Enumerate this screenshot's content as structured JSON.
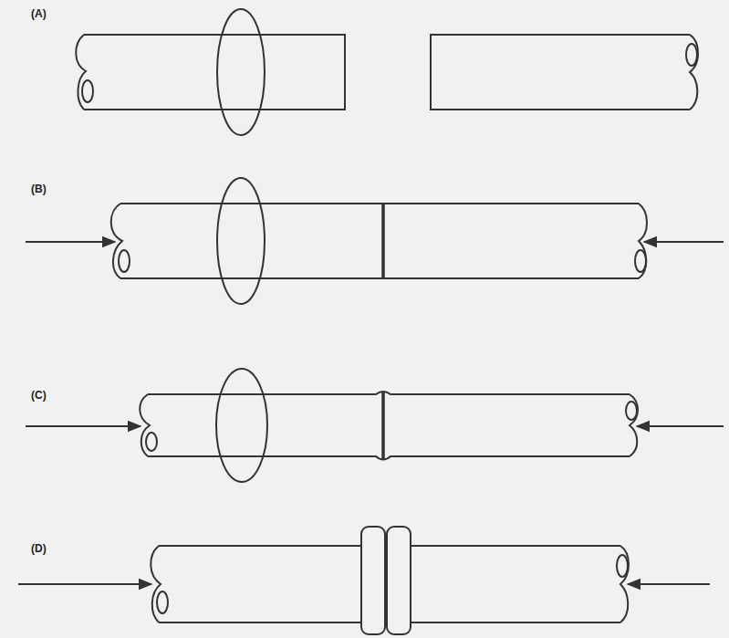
{
  "diagram": {
    "labels": [
      "(A)",
      "(B)",
      "(C)",
      "(D)"
    ]
  }
}
